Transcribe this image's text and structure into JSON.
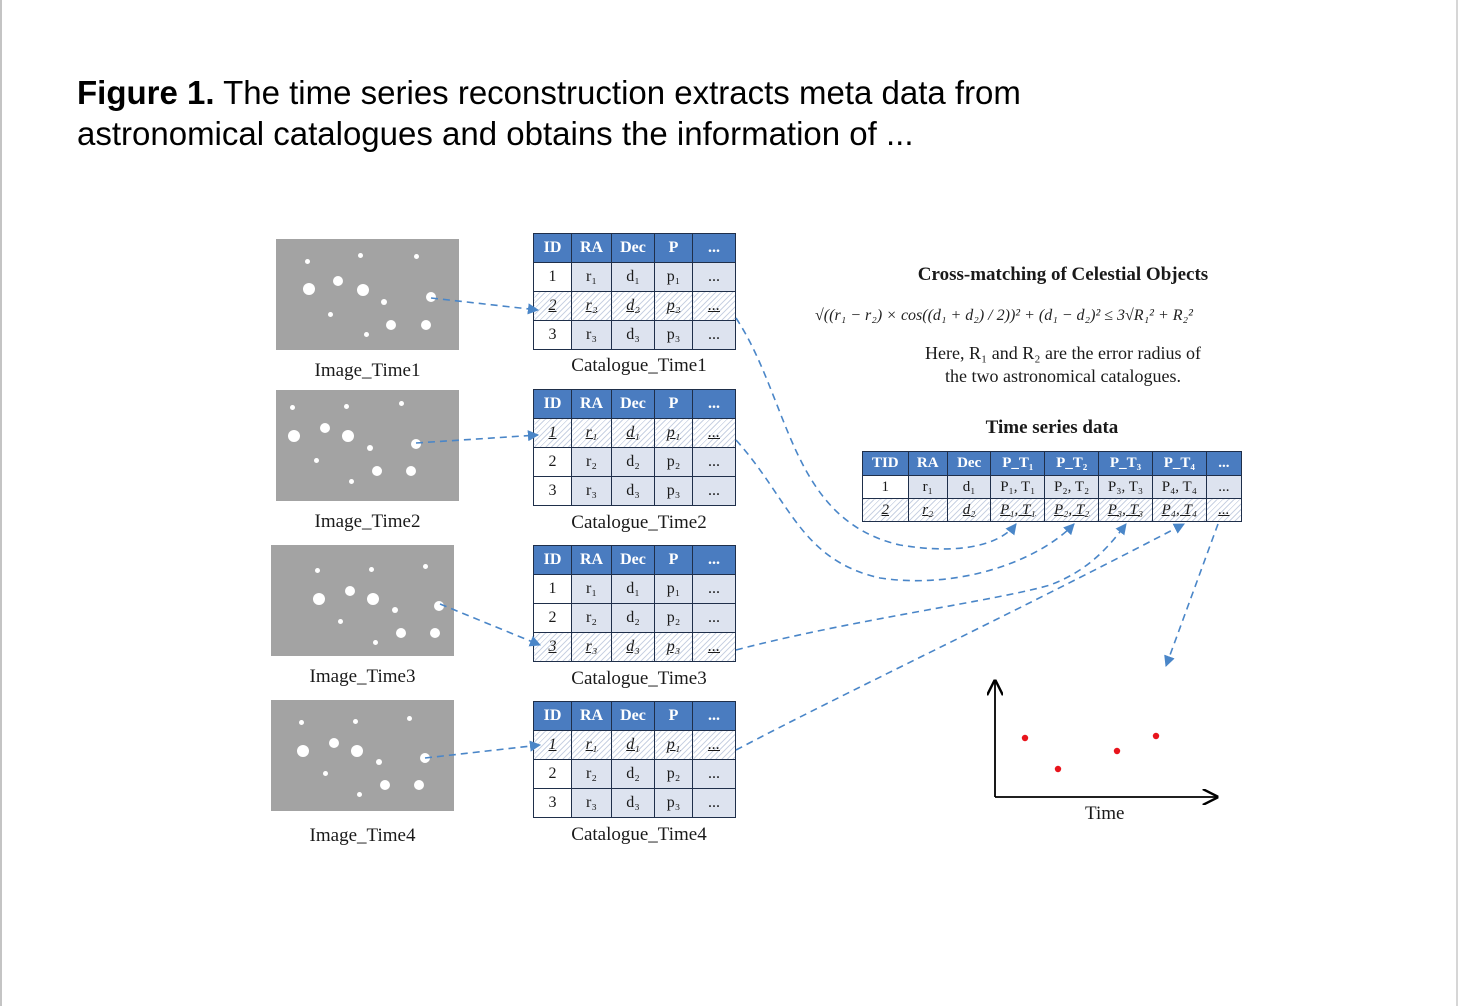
{
  "caption": {
    "label": "Figure 1.",
    "text": " The time series reconstruction extracts meta data from astronomical catalogues and obtains the information of ..."
  },
  "images": [
    {
      "label": "Image_Time1"
    },
    {
      "label": "Image_Time2"
    },
    {
      "label": "Image_Time3"
    },
    {
      "label": "Image_Time4"
    }
  ],
  "catalogue_headers": [
    "ID",
    "RA",
    "Dec",
    "P",
    "..."
  ],
  "catalogues": [
    {
      "label": "Catalogue_Time1",
      "highlight_row": 1,
      "rows": [
        [
          "1",
          "r₁",
          "d₁",
          "p₁",
          "..."
        ],
        [
          "2",
          "r₂",
          "d₂",
          "p₂",
          "..."
        ],
        [
          "3",
          "r₃",
          "d₃",
          "p₃",
          "..."
        ]
      ]
    },
    {
      "label": "Catalogue_Time2",
      "highlight_row": 0,
      "rows": [
        [
          "1",
          "r₁",
          "d₁",
          "p₁",
          "..."
        ],
        [
          "2",
          "r₂",
          "d₂",
          "p₂",
          "..."
        ],
        [
          "3",
          "r₃",
          "d₃",
          "p₃",
          "..."
        ]
      ]
    },
    {
      "label": "Catalogue_Time3",
      "highlight_row": 2,
      "rows": [
        [
          "1",
          "r₁",
          "d₁",
          "p₁",
          "..."
        ],
        [
          "2",
          "r₂",
          "d₂",
          "p₂",
          "..."
        ],
        [
          "3",
          "r₃",
          "d₃",
          "p₃",
          "..."
        ]
      ]
    },
    {
      "label": "Catalogue_Time4",
      "highlight_row": 0,
      "rows": [
        [
          "1",
          "r₁",
          "d₁",
          "p₁",
          "..."
        ],
        [
          "2",
          "r₂",
          "d₂",
          "p₂",
          "..."
        ],
        [
          "3",
          "r₃",
          "d₃",
          "p₃",
          "..."
        ]
      ]
    }
  ],
  "crossmatch": {
    "title": "Cross-matching of Celestial Objects",
    "formula": "√((r₁ − r₂) × cos((d₁ + d₂) / 2))² + (d₁ − d₂)² ≤ 3√R₁² + R₂²",
    "note_line1": "Here, R₁ and R₂ are the error radius of",
    "note_line2": "the two astronomical catalogues."
  },
  "timeseries": {
    "title": "Time series data",
    "headers": [
      "TID",
      "RA",
      "Dec",
      "P_T₁",
      "P_T₂",
      "P_T₃",
      "P_T₄",
      "..."
    ],
    "rows": [
      [
        "1",
        "r₁",
        "d₁",
        "P₁, T₁",
        "P₂, T₂",
        "P₃, T₃",
        "P₄, T₄",
        "..."
      ],
      [
        "2",
        "r₂",
        "d₂",
        "P₁, T₁",
        "P₂, T₂",
        "P₃, T₃",
        "P₄, T₄",
        "..."
      ]
    ],
    "highlight_row": 1
  },
  "plot": {
    "xlabel": "Time",
    "point_color": "#e8141c"
  },
  "colors": {
    "header_blue": "#4a7cc0",
    "arrow_blue": "#4a86c8",
    "sky_gray": "#a3a3a3"
  }
}
